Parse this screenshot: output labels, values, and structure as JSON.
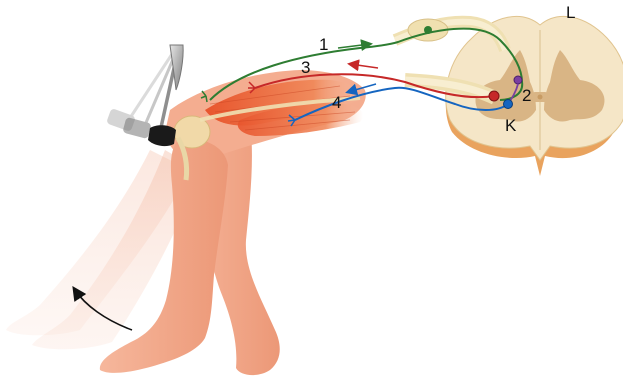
{
  "labels": {
    "pathway_1": "1",
    "pathway_2": "2",
    "pathway_3": "3",
    "pathway_4": "4",
    "letter_L": "L",
    "letter_K": "K"
  },
  "colors": {
    "sensory_neuron": "#2e7d32",
    "interneuron": "#7b3fa0",
    "motor_neuron_3": "#c62828",
    "motor_neuron_4": "#1565c0",
    "skin": "#f2a88c",
    "muscle": "#e0643c",
    "spinal_white_matter": "#f3e3c4",
    "spinal_gray_matter": "#d7b27d",
    "nerve": "#efe2b8",
    "hammer": "#9a9a9a"
  },
  "icons": [
    "reflex-hammer-icon",
    "motion-arrow-icon",
    "signal-arrow-icon"
  ]
}
